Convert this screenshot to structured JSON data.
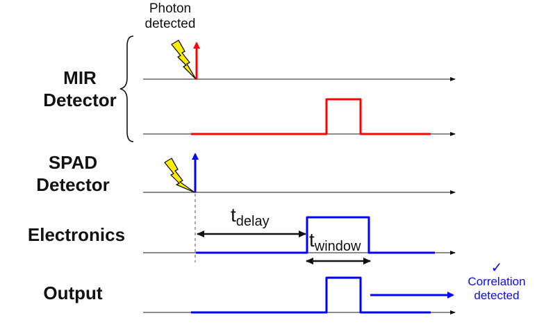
{
  "diagram": {
    "title_annotation": [
      "Photon",
      "detected"
    ],
    "rows": [
      {
        "id": "mir",
        "label": [
          "MIR",
          "Detector"
        ],
        "color": "#ff0000"
      },
      {
        "id": "spad",
        "label": [
          "SPAD",
          "Detector"
        ],
        "color": "#0000ff"
      },
      {
        "id": "electronics",
        "label": [
          "Electronics"
        ],
        "color": "#0000ff"
      },
      {
        "id": "output",
        "label": [
          "Output"
        ],
        "color": "#0000ff"
      }
    ],
    "annotations": {
      "t_delay_main": "t",
      "t_delay_sub": "delay",
      "t_window_main": "t",
      "t_window_sub": "window",
      "check_mark": "✓",
      "result": [
        "Correlation",
        "detected"
      ]
    },
    "colors": {
      "mir": "#ff0000",
      "spad": "#0000ff",
      "axis": "#666666",
      "bolt": "#ffee00"
    }
  }
}
